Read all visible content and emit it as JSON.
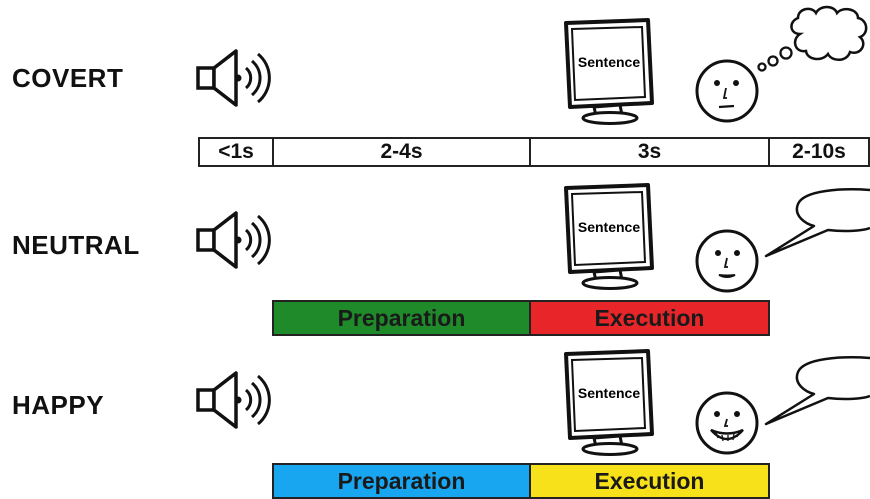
{
  "conditions": [
    {
      "label": "COVERT",
      "speech": "thought",
      "face": "neutral"
    },
    {
      "label": "NEUTRAL",
      "speech": "speech",
      "face": "neutral-mouth"
    },
    {
      "label": "HAPPY",
      "speech": "speech",
      "face": "smile"
    }
  ],
  "monitor_text": "Sentence",
  "timeline": [
    "<1s",
    "2-4s",
    "3s",
    "2-10s"
  ],
  "neutral_phases": {
    "preparation": "Preparation",
    "execution": "Execution"
  },
  "happy_phases": {
    "preparation": "Preparation",
    "execution": "Execution"
  },
  "colors": {
    "neutral_preparation": "#1f8a2a",
    "neutral_execution": "#e8262a",
    "happy_preparation": "#19a6f0",
    "happy_execution": "#f7e11a"
  },
  "icons": [
    "speaker-icon",
    "monitor-icon",
    "face-icon",
    "thought-bubble-icon",
    "speech-bubble-icon"
  ]
}
